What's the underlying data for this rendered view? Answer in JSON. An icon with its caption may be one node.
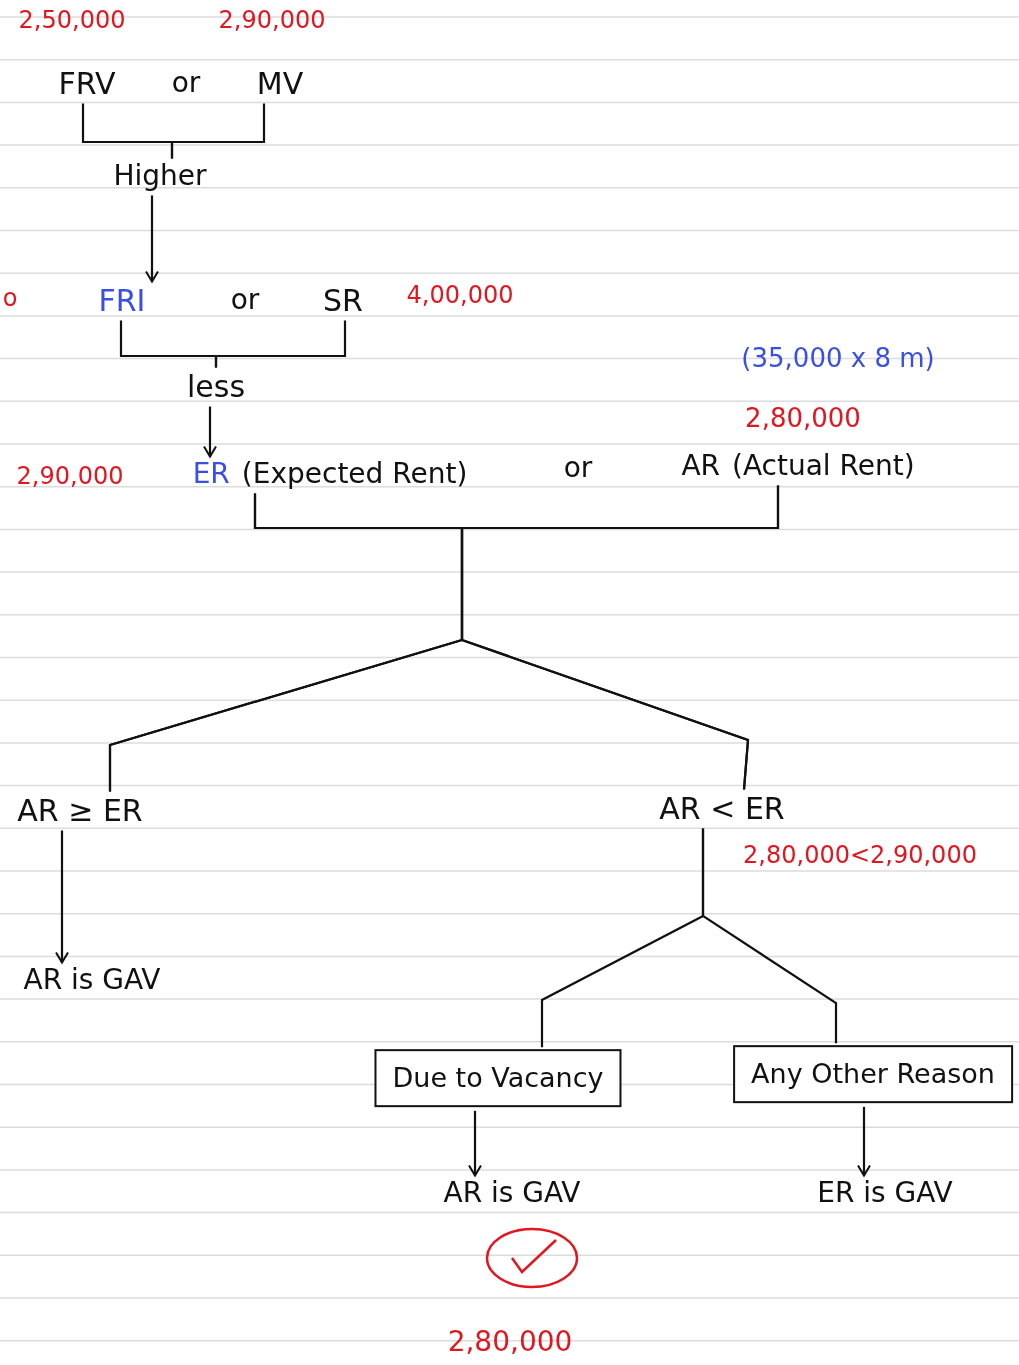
{
  "diagram": {
    "nodes": [
      {
        "text": [
          "FRV"
        ],
        "beside": [
          "2,50,000"
        ]
      },
      {
        "text": [
          "MV"
        ],
        "beside": [
          "2,90,000"
        ]
      },
      {
        "text": [
          "Higher"
        ]
      },
      {
        "text": [
          "FRI"
        ]
      },
      {
        "text": [
          "SR"
        ],
        "beside": [
          "4,00,000"
        ]
      },
      {
        "text": [
          "less"
        ]
      },
      {
        "text": [
          "ER",
          "(Expected Rent)"
        ],
        "beside": [
          "2,90,000"
        ]
      },
      {
        "text": [
          "AR",
          "(Actual Rent)"
        ],
        "beside": [
          "2,80,000",
          "(35,000 x 8 m)"
        ]
      },
      {
        "text": [
          "AR ≥ ER"
        ]
      },
      {
        "text": [
          "AR < ER"
        ],
        "beside": [
          "2,80,000<2,90,000"
        ]
      },
      {
        "text": [
          "AR is GAV"
        ]
      },
      {
        "text": [
          "Due to Vacancy"
        ]
      },
      {
        "text": [
          "Any Other Reason"
        ]
      },
      {
        "text": [
          "AR is GAV"
        ]
      },
      {
        "text": [
          "ER is GAV"
        ]
      }
    ],
    "edges": [
      {
        "from": 0,
        "to": 2,
        "arrow": "none"
      },
      {
        "from": 1,
        "to": 2,
        "arrow": "none"
      },
      {
        "from": 2,
        "to": 3,
        "arrow": "to"
      },
      {
        "from": 3,
        "to": 5,
        "arrow": "none"
      },
      {
        "from": 4,
        "to": 5,
        "arrow": "none"
      },
      {
        "from": 5,
        "to": 6,
        "arrow": "to"
      },
      {
        "from": 6,
        "to": 8,
        "arrow": "none"
      },
      {
        "from": 6,
        "to": 9,
        "arrow": "none"
      },
      {
        "from": 7,
        "to": 8,
        "arrow": "none"
      },
      {
        "from": 7,
        "to": 9,
        "arrow": "none"
      },
      {
        "from": 8,
        "to": 10,
        "arrow": "to"
      },
      {
        "from": 9,
        "to": 11,
        "arrow": "none"
      },
      {
        "from": 9,
        "to": 12,
        "arrow": "none"
      },
      {
        "from": 11,
        "to": 13,
        "arrow": "to"
      },
      {
        "from": 12,
        "to": 14,
        "arrow": "to"
      }
    ],
    "labels": [
      "or",
      "o",
      "or",
      "or",
      "2,80,000"
    ]
  }
}
